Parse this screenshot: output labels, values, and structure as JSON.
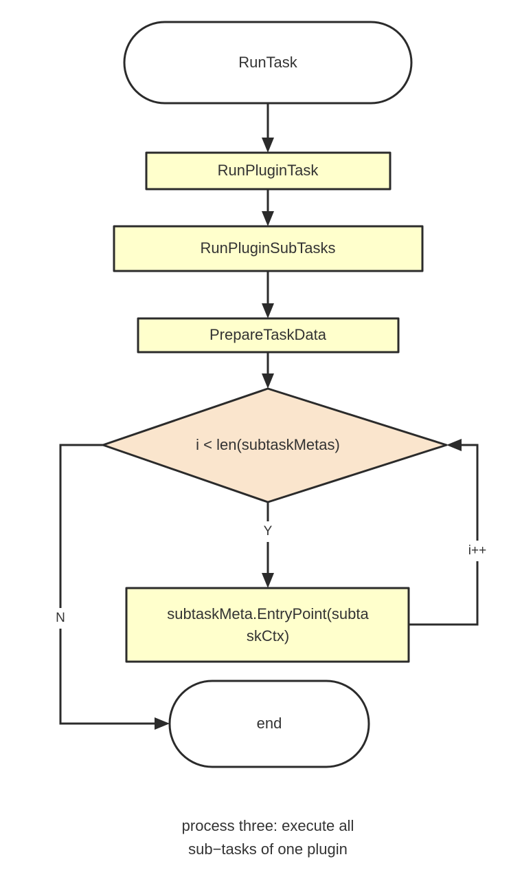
{
  "diagram": {
    "type": "flowchart",
    "orientation": "top-to-bottom",
    "background_color": "#ffffff",
    "stroke_color": "#2b2b2b",
    "text_color": "#333333",
    "nodes": [
      {
        "id": "start",
        "shape": "terminator",
        "label": "RunTask",
        "fill": "#ffffff"
      },
      {
        "id": "run_plugin_task",
        "shape": "process",
        "label": "RunPluginTask",
        "fill": "#ffffcc"
      },
      {
        "id": "run_plugin_subtasks",
        "shape": "process",
        "label": "RunPluginSubTasks",
        "fill": "#ffffcc"
      },
      {
        "id": "prepare_task_data",
        "shape": "process",
        "label": "PrepareTaskData",
        "fill": "#ffffcc"
      },
      {
        "id": "loop_condition",
        "shape": "decision",
        "label": "i < len(subtaskMetas)",
        "fill": "#fae5cd"
      },
      {
        "id": "entry_point",
        "shape": "process",
        "label": "subtaskMeta.EntryPoint(subtaskCtx)",
        "label_line1": "subtaskMeta.EntryPoint(subta",
        "label_line2": "skCtx)",
        "fill": "#ffffcc"
      },
      {
        "id": "end",
        "shape": "terminator",
        "label": "end",
        "fill": "#ffffff"
      }
    ],
    "edges": [
      {
        "id": "e1",
        "from": "start",
        "to": "run_plugin_task",
        "label": ""
      },
      {
        "id": "e2",
        "from": "run_plugin_task",
        "to": "run_plugin_subtasks",
        "label": ""
      },
      {
        "id": "e3",
        "from": "run_plugin_subtasks",
        "to": "prepare_task_data",
        "label": ""
      },
      {
        "id": "e4",
        "from": "prepare_task_data",
        "to": "loop_condition",
        "label": ""
      },
      {
        "id": "e5",
        "from": "loop_condition",
        "to": "entry_point",
        "label": "Y"
      },
      {
        "id": "e6",
        "from": "entry_point",
        "to": "loop_condition",
        "label": "i++"
      },
      {
        "id": "e7",
        "from": "loop_condition",
        "to": "end",
        "label": "N"
      }
    ]
  },
  "caption": {
    "line1": "process three: execute all",
    "line2": "sub−tasks of one plugin"
  }
}
